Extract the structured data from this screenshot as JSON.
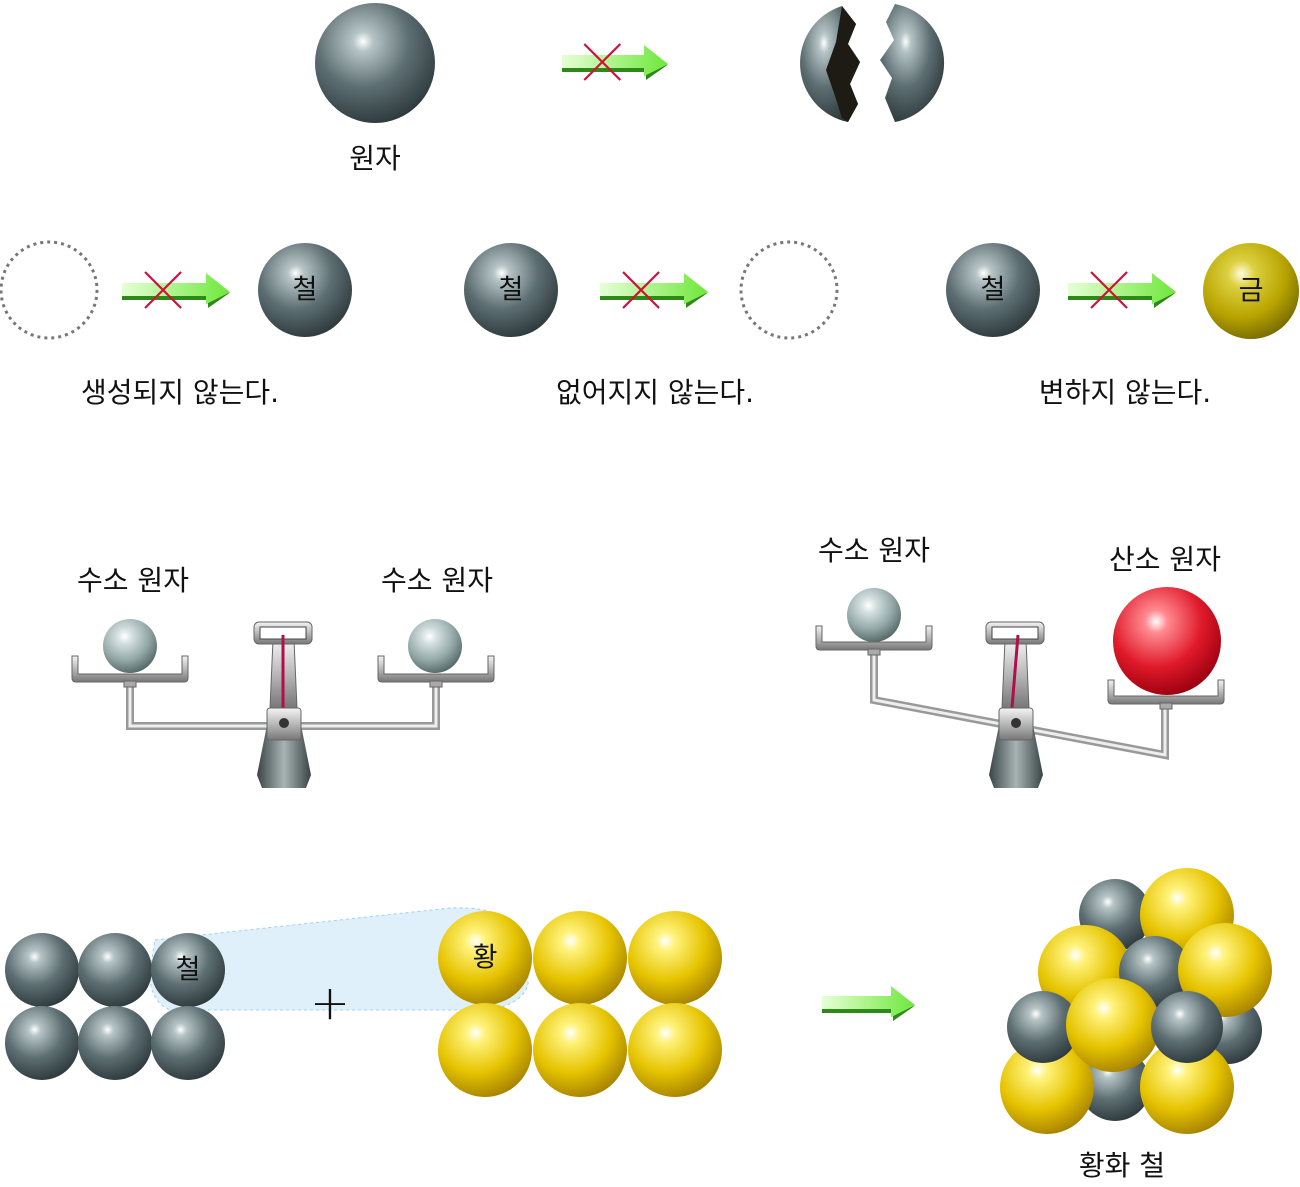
{
  "top": {
    "atom_label": "원자"
  },
  "row2": {
    "iron_label": "철",
    "gold_label": "금",
    "not_created": "생성되지 않는다.",
    "not_destroyed": "없어지지 않는다.",
    "not_changed": "변하지 않는다."
  },
  "scales": {
    "hydrogen_label": "수소 원자",
    "oxygen_label": "산소 원자"
  },
  "reaction": {
    "iron_label": "철",
    "sulfur_label": "황",
    "plus": "+",
    "product_label": "황화 철"
  },
  "colors": {
    "iron": "#55656a",
    "gold": "#e2c000",
    "oxygen": "#e01a2a",
    "hydrogen": "#9fb2b2",
    "arrow": "#6ee83a",
    "cross": "#d0103a",
    "highlight": "#dff0fb"
  }
}
